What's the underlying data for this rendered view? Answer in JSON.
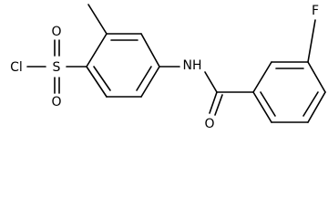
{
  "molecule": {
    "atoms": {
      "cl": "Cl",
      "s": "S",
      "o_top": "O",
      "o_bottom": "O",
      "nh": "NH",
      "o_carbonyl": "O",
      "f": "F"
    }
  },
  "colors": {
    "bond": "#000000",
    "text": "#000000",
    "background": "#ffffff"
  }
}
